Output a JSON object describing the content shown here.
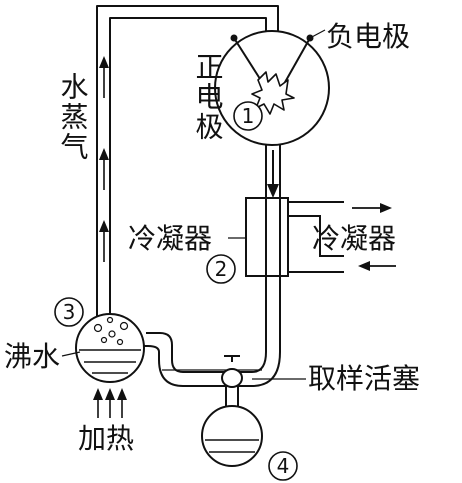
{
  "labels": {
    "negative_electrode": "负电极",
    "positive_electrode": "正电极",
    "water_vapor": "水蒸气",
    "condenser_left": "冷凝器",
    "condenser_right": "冷凝器",
    "boiling_water": "沸水",
    "sampling_stopcock": "取样活塞",
    "heating": "加热"
  },
  "markers": {
    "m1": "1",
    "m2": "2",
    "m3": "3",
    "m4": "4"
  }
}
